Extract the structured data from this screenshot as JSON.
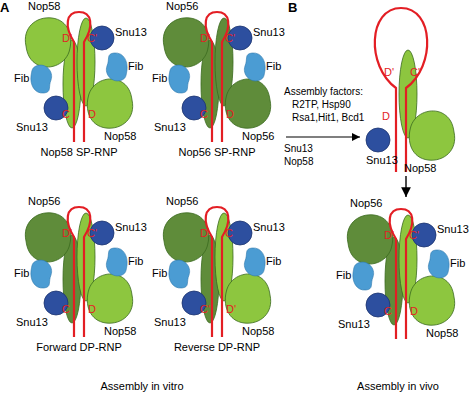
{
  "diagram": {
    "nodes": [
      {
        "text": [
          "Nop58",
          "Snu13",
          "D'",
          "C'",
          "Fib",
          "Fib",
          "C",
          "D",
          "Snu13",
          "Nop58",
          "Nop58 SP-RNP"
        ]
      },
      {
        "text": [
          "Nop56",
          "Snu13",
          "D'",
          "C'",
          "Fib",
          "Fib",
          "C",
          "D",
          "Snu13",
          "Nop56",
          "Nop56 SP-RNP"
        ]
      },
      {
        "text": [
          "Nop56",
          "Snu13",
          "D'",
          "C'",
          "Fib",
          "Fib",
          "C",
          "D",
          "Snu13",
          "Nop58",
          "Forward DP-RNP"
        ]
      },
      {
        "text": [
          "Nop56",
          "Snu13",
          "D",
          "C",
          "Fib",
          "Fib",
          "C'",
          "D'",
          "Snu13",
          "Nop58",
          "Reverse DP-RNP"
        ]
      },
      {
        "text": [
          "D'",
          "C'",
          "D",
          "Snu13",
          "Nop58"
        ]
      },
      {
        "text": [
          "Nop56",
          "Snu13",
          "D'",
          "C'",
          "Fib",
          "Fib",
          "C",
          "D",
          "Snu13",
          "Nop58"
        ]
      }
    ],
    "edges": [
      {
        "from": 4,
        "to": 5,
        "arrow": "to"
      }
    ],
    "labels": [
      "A",
      "B",
      "Assembly in vitro",
      "Assembly factors:",
      "R2TP, Hsp90",
      "Rsa1,Hit1, Bcd1",
      "Snu13",
      "Nop58",
      "Assembly in vivo"
    ]
  }
}
